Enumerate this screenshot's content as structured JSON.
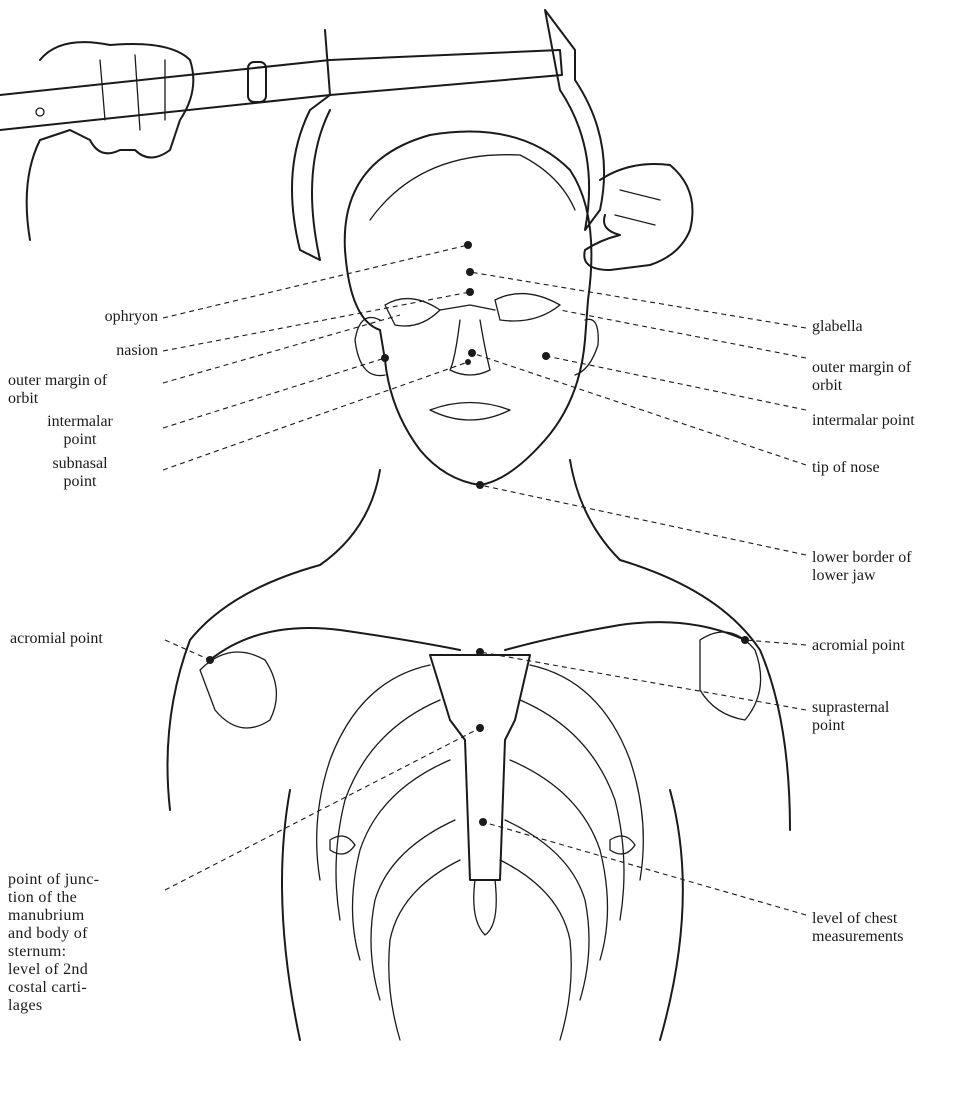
{
  "labels": {
    "ophryon": "ophryon",
    "nasion": "nasion",
    "outer_margin_left": "outer margin of\norbit",
    "intermalar_left": "intermalar\npoint",
    "subnasal": "subnasal\npoint",
    "glabella": "glabella",
    "outer_margin_right": "outer margin of\norbit",
    "intermalar_right": "intermalar point",
    "tip_of_nose": "tip of nose",
    "lower_jaw": "lower border of\nlower jaw",
    "acromial_left": "acromial point",
    "acromial_right": "acromial point",
    "suprasternal": "suprasternal\npoint",
    "manubrium": "point of junc-\ntion of the\nmanubrium\nand body of\nsternum:\nlevel of 2nd\ncostal carti-\nlages",
    "chest_level": "level of chest\nmeasurements"
  }
}
